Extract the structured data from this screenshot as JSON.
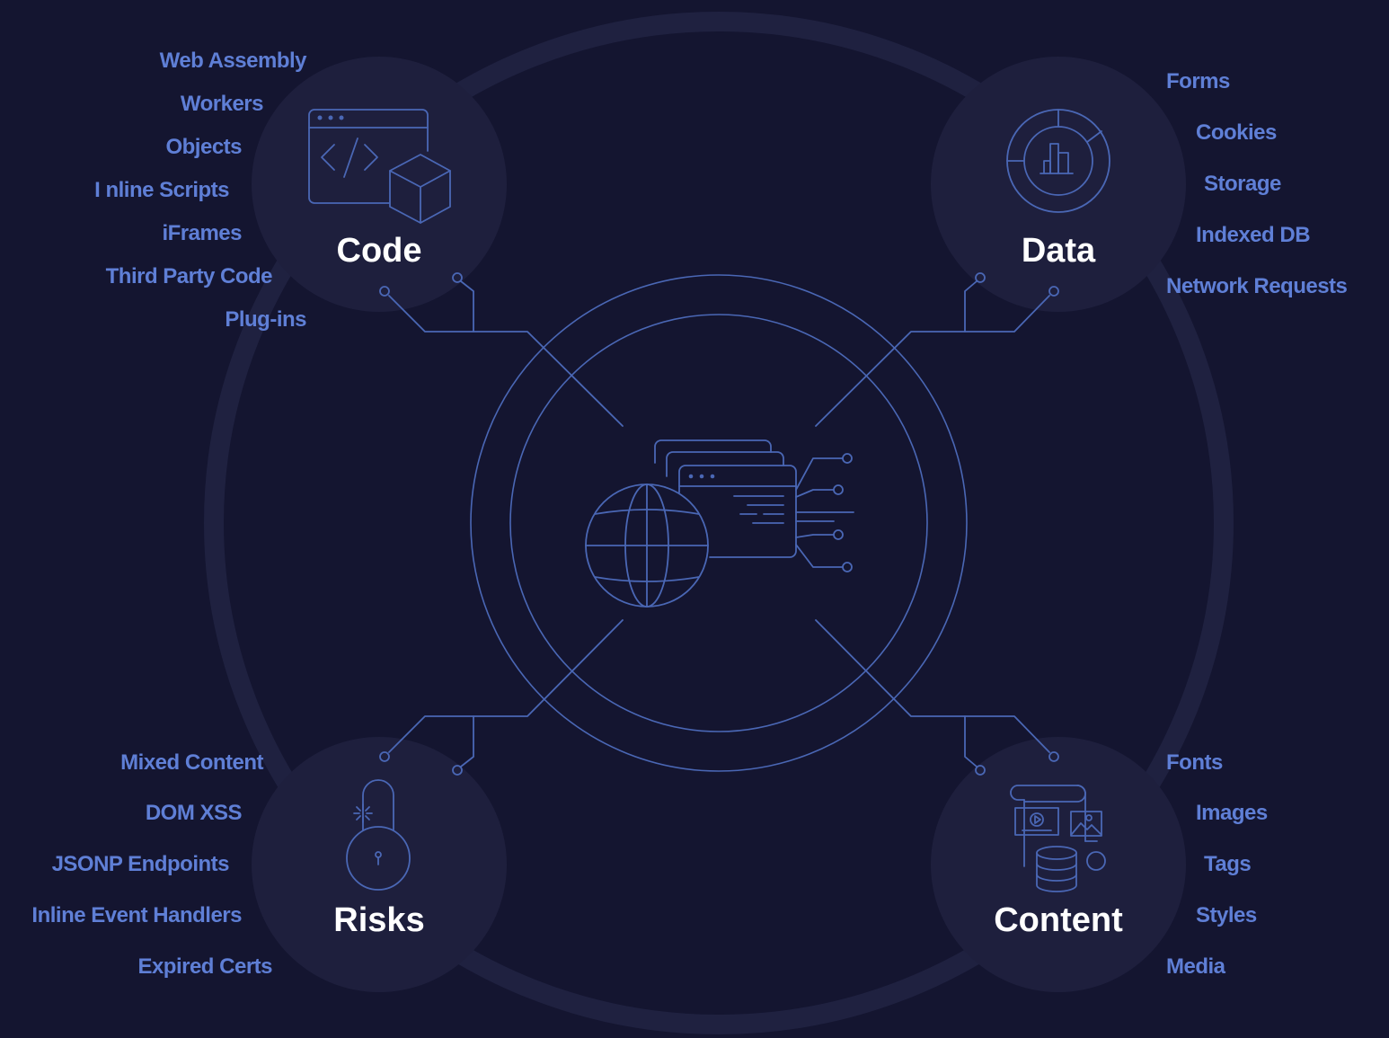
{
  "center": {
    "icon": "globe-with-browser-windows-icon"
  },
  "colors": {
    "background": "#141530",
    "line": "#4a67b5",
    "label": "#5f7fd6",
    "node_fill": "#1e1f3d",
    "title": "#ffffff"
  },
  "nodes": {
    "code": {
      "title": "Code",
      "icon": "code-window-cube-icon",
      "items": [
        "Web Assembly",
        "Workers",
        "Objects",
        "I nline Scripts",
        "iFrames",
        "Third Party Code",
        "Plug-ins"
      ]
    },
    "data": {
      "title": "Data",
      "icon": "donut-chart-icon",
      "items": [
        "Forms",
        "Cookies",
        "Storage",
        "Indexed DB",
        "Network Requests"
      ]
    },
    "risks": {
      "title": "Risks",
      "icon": "open-padlock-icon",
      "items": [
        "Mixed Content",
        "DOM XSS",
        "JSONP Endpoints",
        "Inline Event Handlers",
        "Expired Certs"
      ]
    },
    "content": {
      "title": "Content",
      "icon": "media-database-icon",
      "items": [
        "Fonts",
        "Images",
        "Tags",
        "Styles",
        "Media"
      ]
    }
  }
}
